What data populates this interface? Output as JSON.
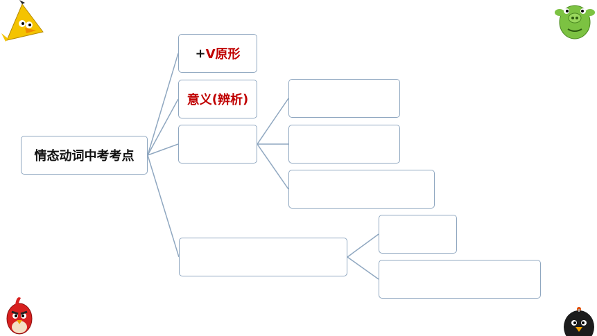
{
  "diagram": {
    "root_label": "情态动词中考考点",
    "branch_form": {
      "prefix": "+",
      "text": "V原形"
    },
    "branch_meaning": {
      "text_red": "意义",
      "open_paren": "(",
      "text_red_2": "辨析",
      "close_paren": ")"
    }
  },
  "colors": {
    "node_border": "#8fa7c0",
    "connector": "#8fa7c0",
    "highlight_text": "#c00000",
    "text": "#111111"
  },
  "decorations": [
    "yellow-bird-sticker",
    "green-pig-sticker",
    "red-bird-sticker",
    "black-bird-sticker"
  ]
}
